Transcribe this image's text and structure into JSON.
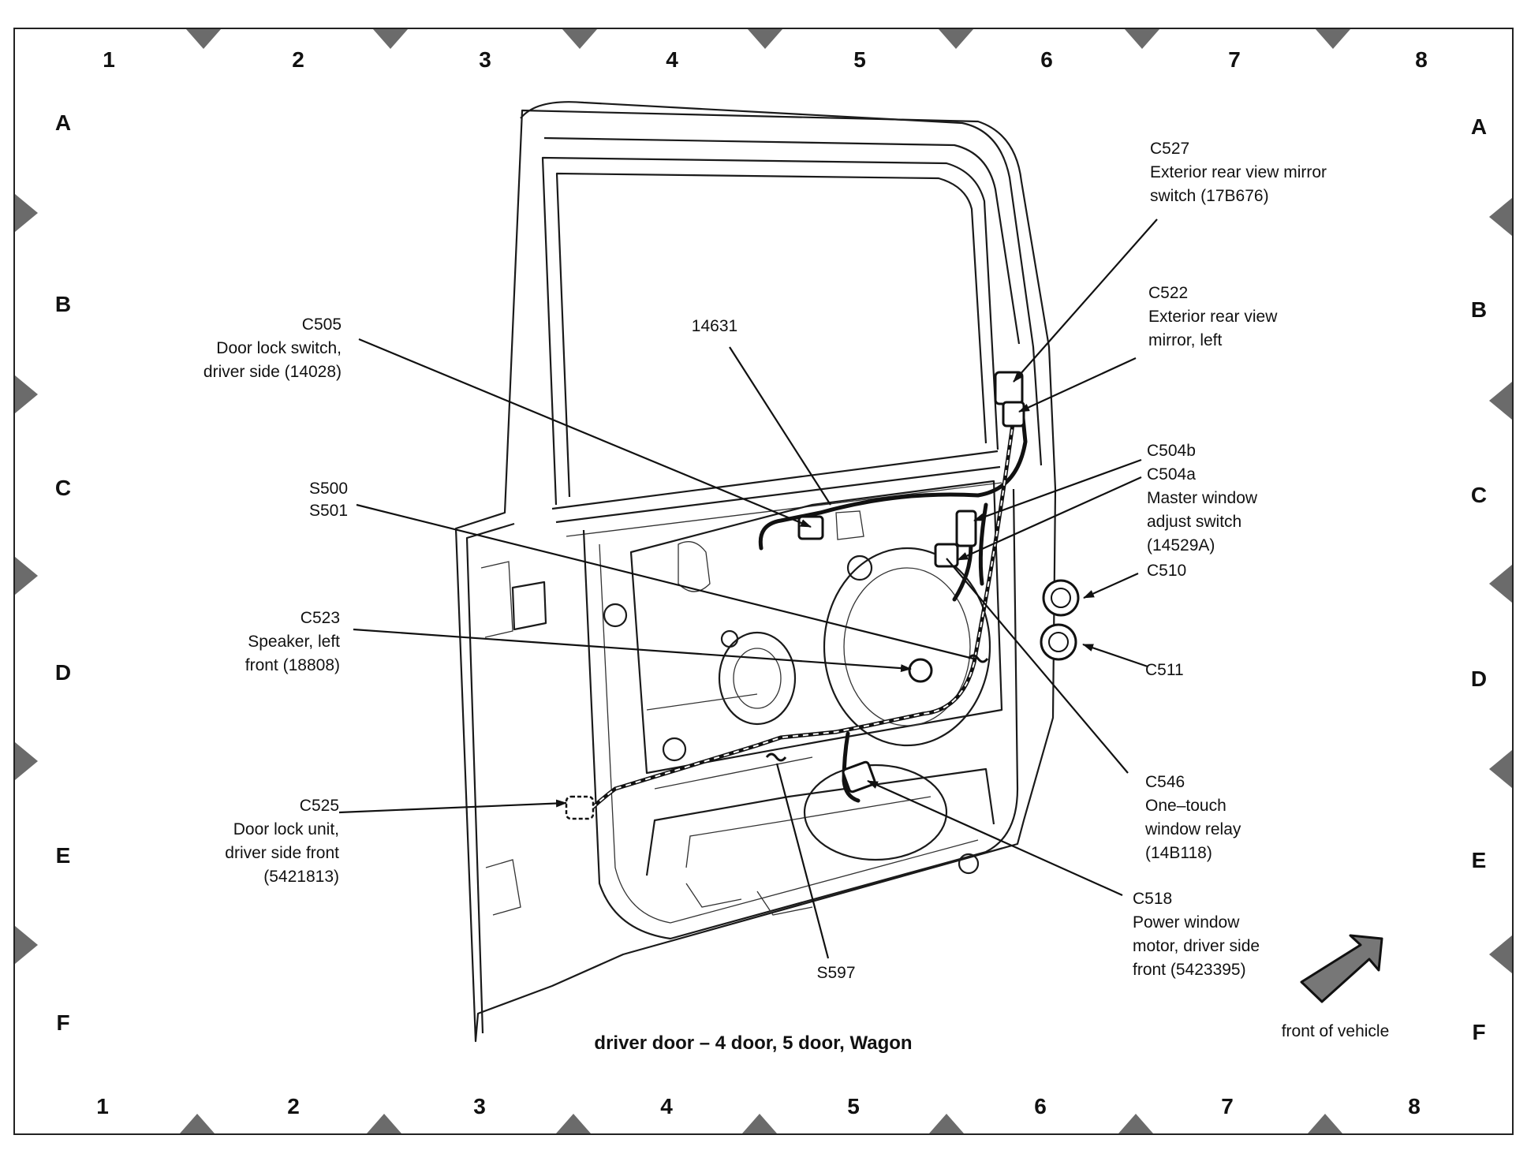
{
  "title": "driver door – 4 door, 5 door, Wagon",
  "grid": {
    "columns": [
      "1",
      "2",
      "3",
      "4",
      "5",
      "6",
      "7",
      "8"
    ],
    "rows": [
      "A",
      "B",
      "C",
      "D",
      "E",
      "F"
    ]
  },
  "callouts": {
    "c527": [
      "C527",
      "Exterior rear view mirror",
      "switch (17B676)"
    ],
    "c522": [
      "C522",
      "Exterior rear view",
      "mirror, left"
    ],
    "c505": [
      "C505",
      "Door lock switch,",
      "driver side (14028)"
    ],
    "n14631": [
      "14631"
    ],
    "c504": [
      "C504b",
      "C504a",
      "Master window",
      "adjust switch",
      "(14529A)"
    ],
    "s500": [
      "S500",
      "S501"
    ],
    "c510": [
      "C510"
    ],
    "c523": [
      "C523",
      "Speaker, left",
      "front (18808)"
    ],
    "c511": [
      "C511"
    ],
    "c546": [
      "C546",
      "One–touch",
      "window relay",
      "(14B118)"
    ],
    "c525": [
      "C525",
      "Door lock unit,",
      "driver side front",
      "(5421813)"
    ],
    "c518": [
      "C518",
      "Power window",
      "motor, driver side",
      "front (5423395)"
    ],
    "s597": [
      "S597"
    ]
  },
  "orientation": {
    "label": "front of vehicle",
    "arrow_icon": "arrow-up-right-icon"
  },
  "colors": {
    "line": "#111111",
    "marker": "#6b6b6b",
    "background": "#ffffff"
  }
}
